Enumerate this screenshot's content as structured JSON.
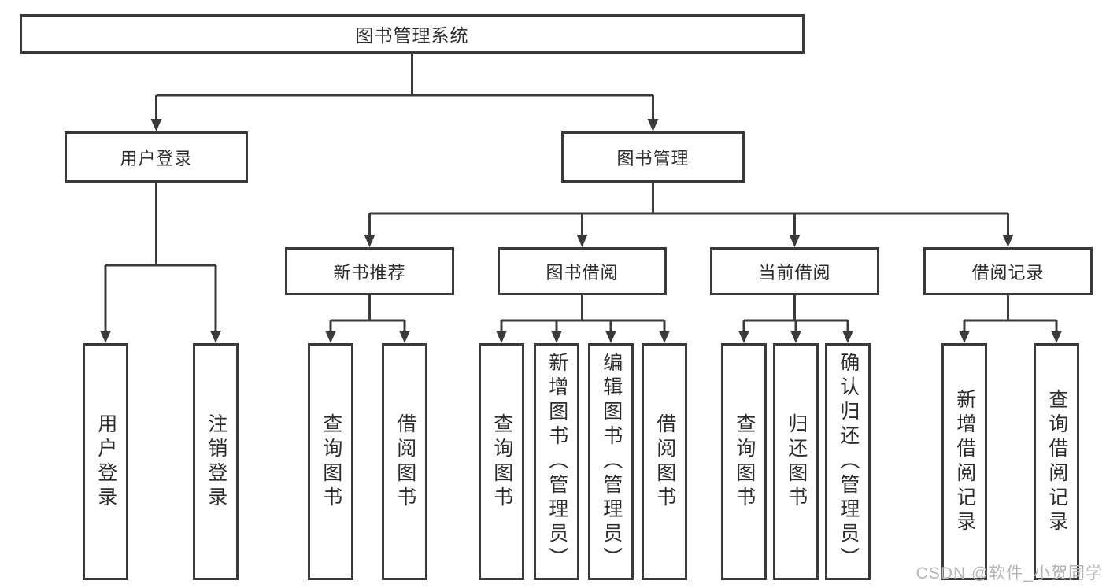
{
  "nodes": {
    "root": "图书管理系统",
    "l2": [
      "用户登录",
      "图书管理"
    ],
    "l3": [
      "新书推荐",
      "图书借阅",
      "当前借阅",
      "借阅记录"
    ],
    "l4_user": [
      "用户登录",
      "注销登录"
    ],
    "l4_recommend": [
      "查询图书",
      "借阅图书"
    ],
    "l4_borrow": [
      "查询图书",
      "新增图书（管理员）",
      "编辑图书（管理员）",
      "借阅图书"
    ],
    "l4_current": [
      "查询图书",
      "归还图书",
      "确认归还（管理员）"
    ],
    "l4_records": [
      "新增借阅记录",
      "查询借阅记录"
    ]
  },
  "watermark": "CSDN @软件_小贺同学",
  "colors": {
    "line": "#3a3a3a",
    "text": "#2d2d2d",
    "background": "#ffffff",
    "watermark": "#b5b5b5"
  }
}
